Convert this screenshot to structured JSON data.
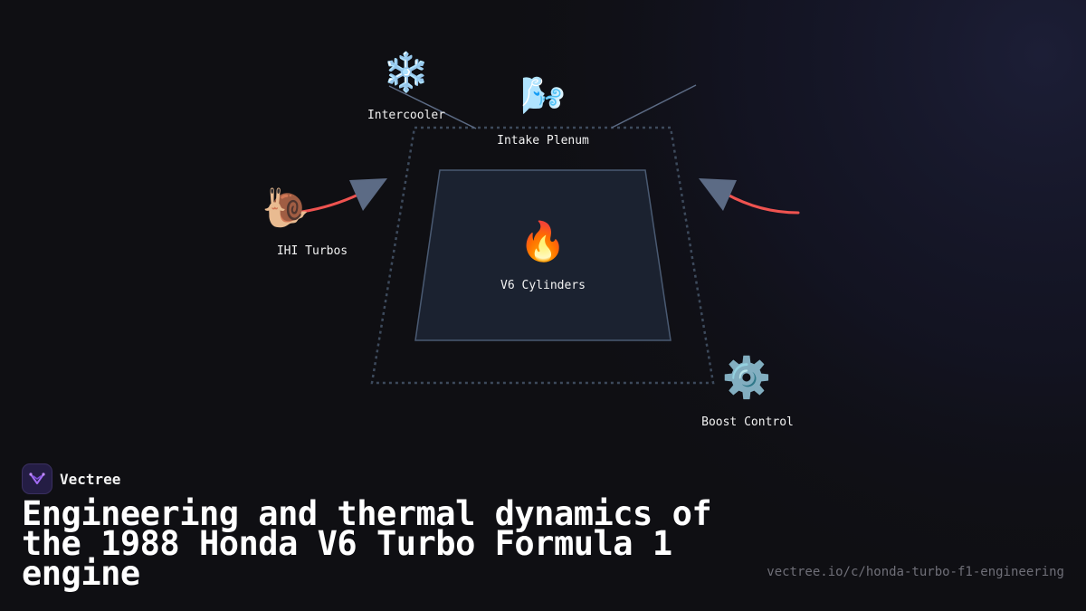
{
  "colors": {
    "background": "#0f0f13",
    "arrow_curve": "#ef5350",
    "arrow_head": "#5c6b85",
    "plenum_outline": "#3d4a5c",
    "cylinder_fill": "#1b2230",
    "cylinder_stroke": "#4a5a72",
    "label_text": "#f2f2f2",
    "url_text": "#6f6f78"
  },
  "diagram": {
    "nodes": [
      {
        "id": "intercooler",
        "label": "Intercooler",
        "icon": "snowflake-icon",
        "glyph": "❄️"
      },
      {
        "id": "intake-plenum",
        "label": "Intake Plenum",
        "icon": "wind-icon",
        "glyph": "🌬️"
      },
      {
        "id": "ihi-turbos",
        "label": "IHI Turbos",
        "icon": "snail-icon",
        "glyph": "🐌"
      },
      {
        "id": "v6-cylinders",
        "label": "V6 Cylinders",
        "icon": "fire-icon",
        "glyph": "🔥"
      },
      {
        "id": "boost-control",
        "label": "Boost Control",
        "icon": "gear-icon",
        "glyph": "⚙️"
      }
    ]
  },
  "brand": {
    "name": "Vectree"
  },
  "headline": "Engineering and thermal dynamics of the 1988 Honda V6 Turbo Formula 1 engine",
  "footer": {
    "url": "vectree.io/c/honda-turbo-f1-engineering"
  }
}
